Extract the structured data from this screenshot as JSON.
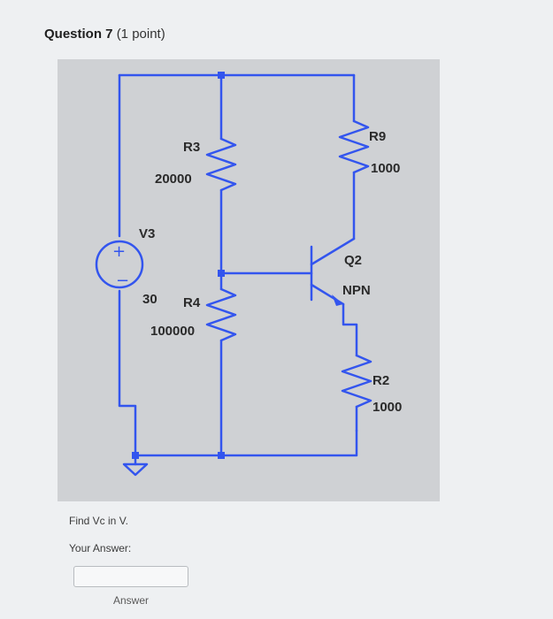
{
  "question": {
    "title": "Question 7",
    "points": "(1 point)"
  },
  "circuit": {
    "components": {
      "r3": {
        "name": "R3",
        "value": "20000"
      },
      "r4": {
        "name": "R4",
        "value": "100000"
      },
      "r9": {
        "name": "R9",
        "value": "1000"
      },
      "r2": {
        "name": "R2",
        "value": "1000"
      },
      "v3": {
        "name": "V3",
        "value": "30"
      },
      "q2": {
        "name": "Q2",
        "type": "NPN"
      }
    },
    "colors": {
      "wire": "#3355ee",
      "background": "#cfd1d4"
    }
  },
  "prompt": "Find Vc in V.",
  "answer": {
    "label": "Your Answer:",
    "value": "",
    "placeholder": "",
    "caption": "Answer"
  }
}
